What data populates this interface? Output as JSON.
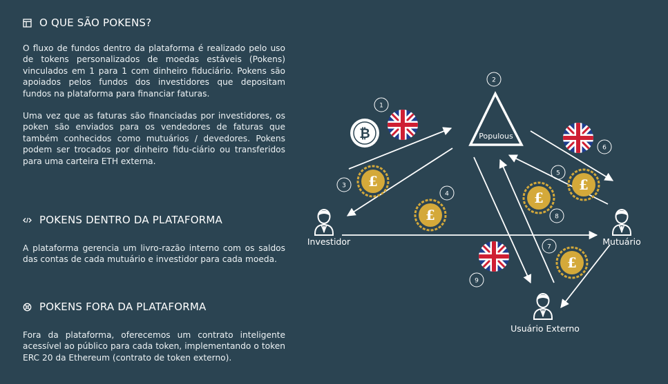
{
  "sections": [
    {
      "icon": "layout-icon",
      "title": "O QUE SÃO POKENS?",
      "paragraphs": [
        "O fluxo de fundos dentro da plataforma é realizado pelo uso de tokens personalizados de moedas estáveis (Pokens) vinculados em 1 para 1 com dinheiro fiduciário. Pokens são apoiados pelos fundos dos investidores que depositam fundos na plataforma para financiar faturas.",
        "Uma vez que as faturas são financiadas por investidores, os poken são enviados para os vendedores de faturas que também conhecidos como mutuários / devedores. Pokens podem ser trocados por dinheiro fidu-ciário ou transferidos para uma carteira ETH externa."
      ]
    },
    {
      "icon": "code-icon",
      "title": "POKENS DENTRO DA PLATAFORMA",
      "paragraphs": [
        "A plataforma gerencia um livro-razão interno com os saldos das contas de cada mutuário e investidor para cada moeda."
      ]
    },
    {
      "icon": "globe-icon",
      "title": "POKENS FORA DA PLATAFORMA",
      "paragraphs": [
        "Fora da plataforma, oferecemos um contrato inteligente acessível ao público para cada token, implementando o token ERC 20 da Ethereum (contrato de token externo)."
      ]
    }
  ],
  "diagram": {
    "center_label": "Populous",
    "nodes": {
      "investor": "Investidor",
      "borrower": "Mutuário",
      "external_user": "Usuário Externo"
    },
    "step_numbers": [
      "1",
      "2",
      "3",
      "4",
      "5",
      "6",
      "7",
      "8",
      "9"
    ],
    "colors": {
      "background": "#2b4452",
      "gold": "#d4a93a",
      "flag_blue": "#1f3d8f",
      "flag_red": "#cf1f33",
      "line": "#ffffff"
    }
  }
}
